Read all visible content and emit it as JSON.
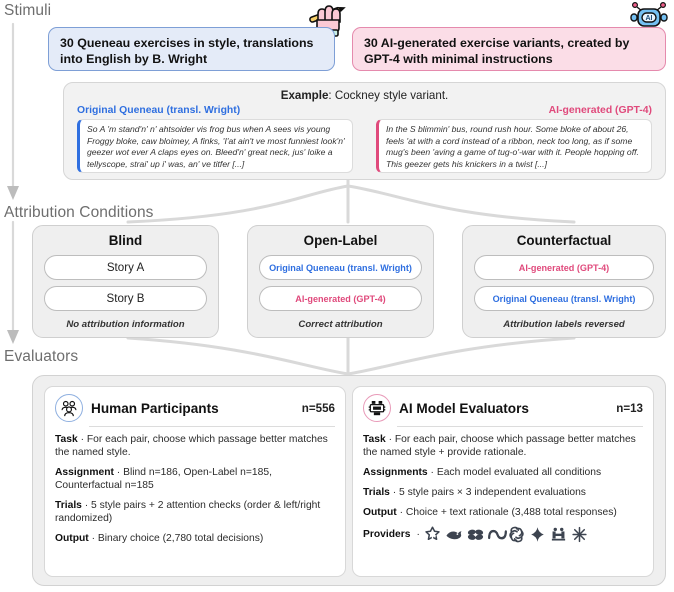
{
  "sections": {
    "stimuli": "Stimuli",
    "conditions": "Attribution Conditions",
    "evaluators": "Evaluators"
  },
  "stimuli": {
    "human_box": "30 Queneau exercises in style, translations into English by B. Wright",
    "ai_box": "30 AI-generated exercise variants, created by GPT-4 with minimal instructions",
    "human_icon": "writing-hand-icon",
    "ai_icon": "robot-ai-icon"
  },
  "example": {
    "caption_bold": "Example",
    "caption_rest": ": Cockney style variant.",
    "left_label": "Original Queneau (transl. Wright)",
    "right_label": "AI-generated (GPT-4)",
    "left_quote": "So A 'm stand'n' n' ahtsoider vis frog bus when A sees vis young Froggy bloke, caw bloimey, A finks, 'I'at ain't ve most funniest look'n' geezer wot ever A claps eyes on. Bleed'n' great neck, jus' loike a tellyscope, strai' up i' was, an' ve titfer [...]",
    "right_quote": "In the S blimmin' bus, round rush hour. Some bloke of about 26, feels 'at with a cord instead of a ribbon, neck too long, as if some mug's been 'aving a game of tug-o'-war with it. People hopping off. This geezer gets his knickers in a twist [...]"
  },
  "conditions": [
    {
      "title": "Blind",
      "pill1": "Story A",
      "pill2": "Story B",
      "pill1_color": "neutral",
      "pill2_color": "neutral",
      "note": "No attribution information"
    },
    {
      "title": "Open-Label",
      "pill1": "Original Queneau (transl. Wright)",
      "pill2": "AI-generated (GPT-4)",
      "pill1_color": "blue",
      "pill2_color": "pink",
      "note": "Correct attribution"
    },
    {
      "title": "Counterfactual",
      "pill1": "AI-generated (GPT-4)",
      "pill2": "Original Queneau (transl. Wright)",
      "pill1_color": "pink",
      "pill2_color": "blue",
      "note": "Attribution labels reversed"
    }
  ],
  "evaluators": {
    "human": {
      "icon": "people-group-icon",
      "title": "Human Participants",
      "n": "n=556",
      "rows": [
        {
          "label": "Task",
          "text": " · For each pair, choose which passage better matches the named style."
        },
        {
          "label": "Assignment",
          "text": " · Blind n=186, Open-Label n=185, Counterfactual n=185"
        },
        {
          "label": "Trials",
          "text": " · 5 style pairs + 2 attention checks (order & left/right randomized)"
        },
        {
          "label": "Output",
          "text": " · Binary choice (2,780 total decisions)"
        }
      ]
    },
    "ai": {
      "icon": "robot-chip-icon",
      "title": "AI Model Evaluators",
      "n": "n=13",
      "rows": [
        {
          "label": "Task",
          "text": " · For each pair, choose which passage better matches the named style + provide rationale."
        },
        {
          "label": "Assignments",
          "text": " · Each model evaluated all conditions"
        },
        {
          "label": "Trials",
          "text": " · 5 style pairs × 3 independent evaluations"
        },
        {
          "label": "Output",
          "text": " · Choice + text rationale (3,488 total responses)"
        }
      ],
      "providers_label": "Providers",
      "providers_sep": " ·",
      "providers": [
        "anthropic-claude-logo",
        "deepseek-whale-logo",
        "qwen-logo",
        "meta-infinity-logo",
        "openai-logo",
        "gemini-sparkle-logo",
        "huggingface-logo",
        "xai-grok-logo"
      ]
    }
  },
  "colors": {
    "blue_accent": "#2f6fe0",
    "pink_accent": "#e04a7c",
    "panel_gray": "#efefef",
    "connector_gray": "#d9d9d9"
  }
}
